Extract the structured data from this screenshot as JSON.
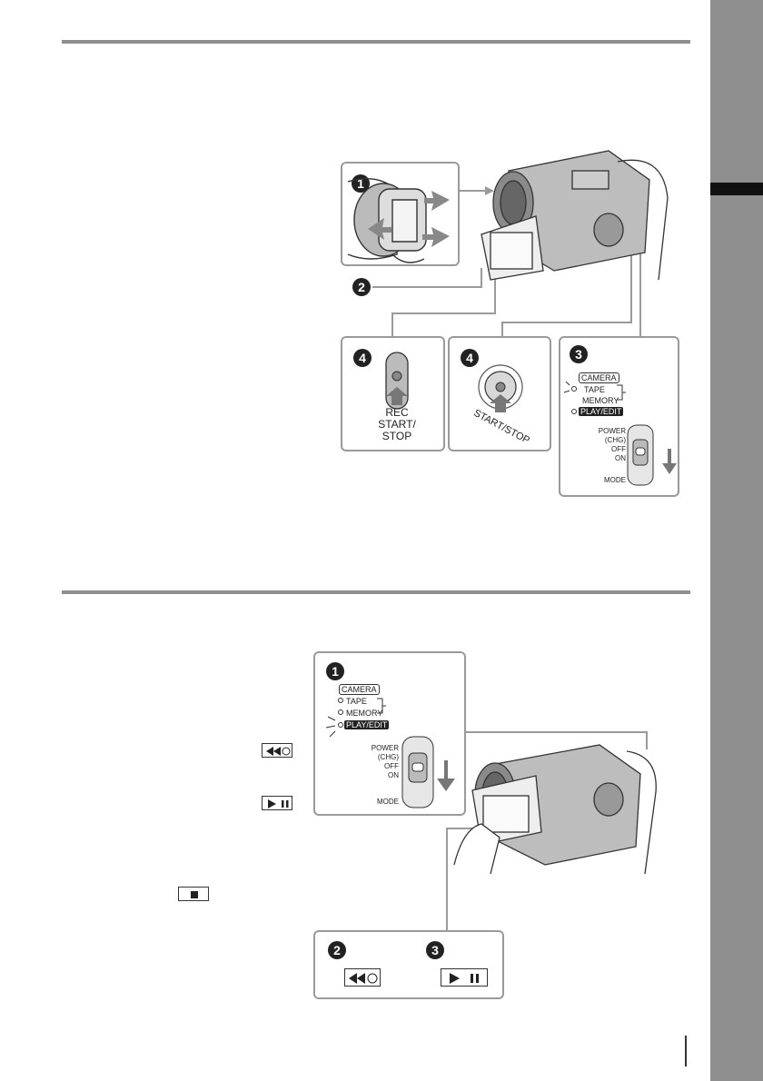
{
  "sidebar": {
    "color": "#8f8f8f",
    "marker_color": "#111111"
  },
  "section1": {
    "steps": {
      "one": "1",
      "two": "2",
      "three": "3",
      "four_a": "4",
      "four_b": "4"
    },
    "rec_label": "REC\nSTART/\nSTOP",
    "startstop_label": "START/STOP",
    "mode_panel": {
      "camera": "CAMERA",
      "tape": "TAPE",
      "memory": "MEMORY",
      "playedit": "PLAY/EDIT",
      "power": "POWER",
      "chg": "(CHG)",
      "off": "OFF",
      "on": "ON",
      "mode": "MODE"
    }
  },
  "section2": {
    "steps": {
      "one": "1",
      "two": "2",
      "three": "3"
    },
    "mode_panel": {
      "camera": "CAMERA",
      "tape": "TAPE",
      "memory": "MEMORY",
      "playedit": "PLAY/EDIT",
      "power": "POWER",
      "chg": "(CHG)",
      "off": "OFF",
      "on": "ON",
      "mode": "MODE"
    }
  }
}
